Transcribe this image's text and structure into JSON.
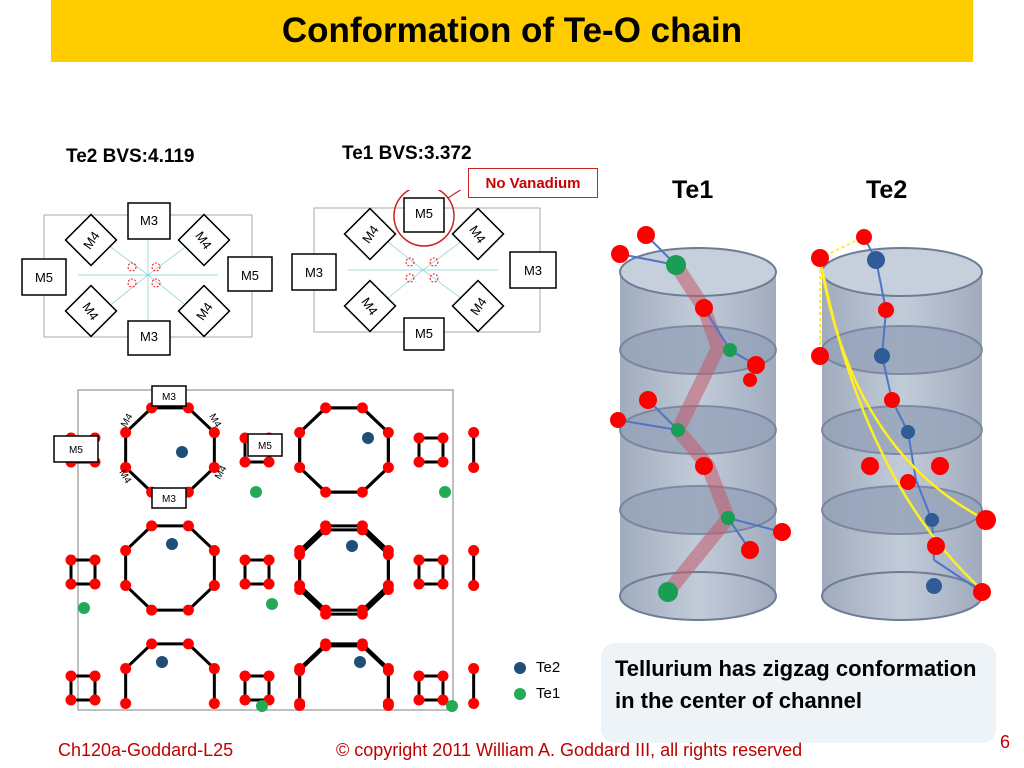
{
  "title": "Conformation of Te-O chain",
  "left_label": "Te2   BVS:4.119",
  "mid_label": "Te1  BVS:3.372",
  "callout": "No Vanadium",
  "cyl_labels": [
    "Te1",
    "Te2"
  ],
  "box_labels": {
    "m3": "M3",
    "m4": "M4",
    "m5": "M5"
  },
  "legend": [
    {
      "label": "Te2",
      "color": "#1f4e79"
    },
    {
      "label": "Te1",
      "color": "#22aa55"
    }
  ],
  "info_text": "Tellurium has zigzag conformation in the center of channel",
  "footer_left": "Ch120a-Goddard-L25",
  "footer_center": "© copyright 2011 William A. Goddard III, all rights reserved",
  "page_number": "6",
  "colors": {
    "accent": "#ffcc00",
    "footer": "#c00000",
    "oxygen": "#ff0000",
    "te2": "#1f4e79",
    "te1": "#22aa55"
  }
}
